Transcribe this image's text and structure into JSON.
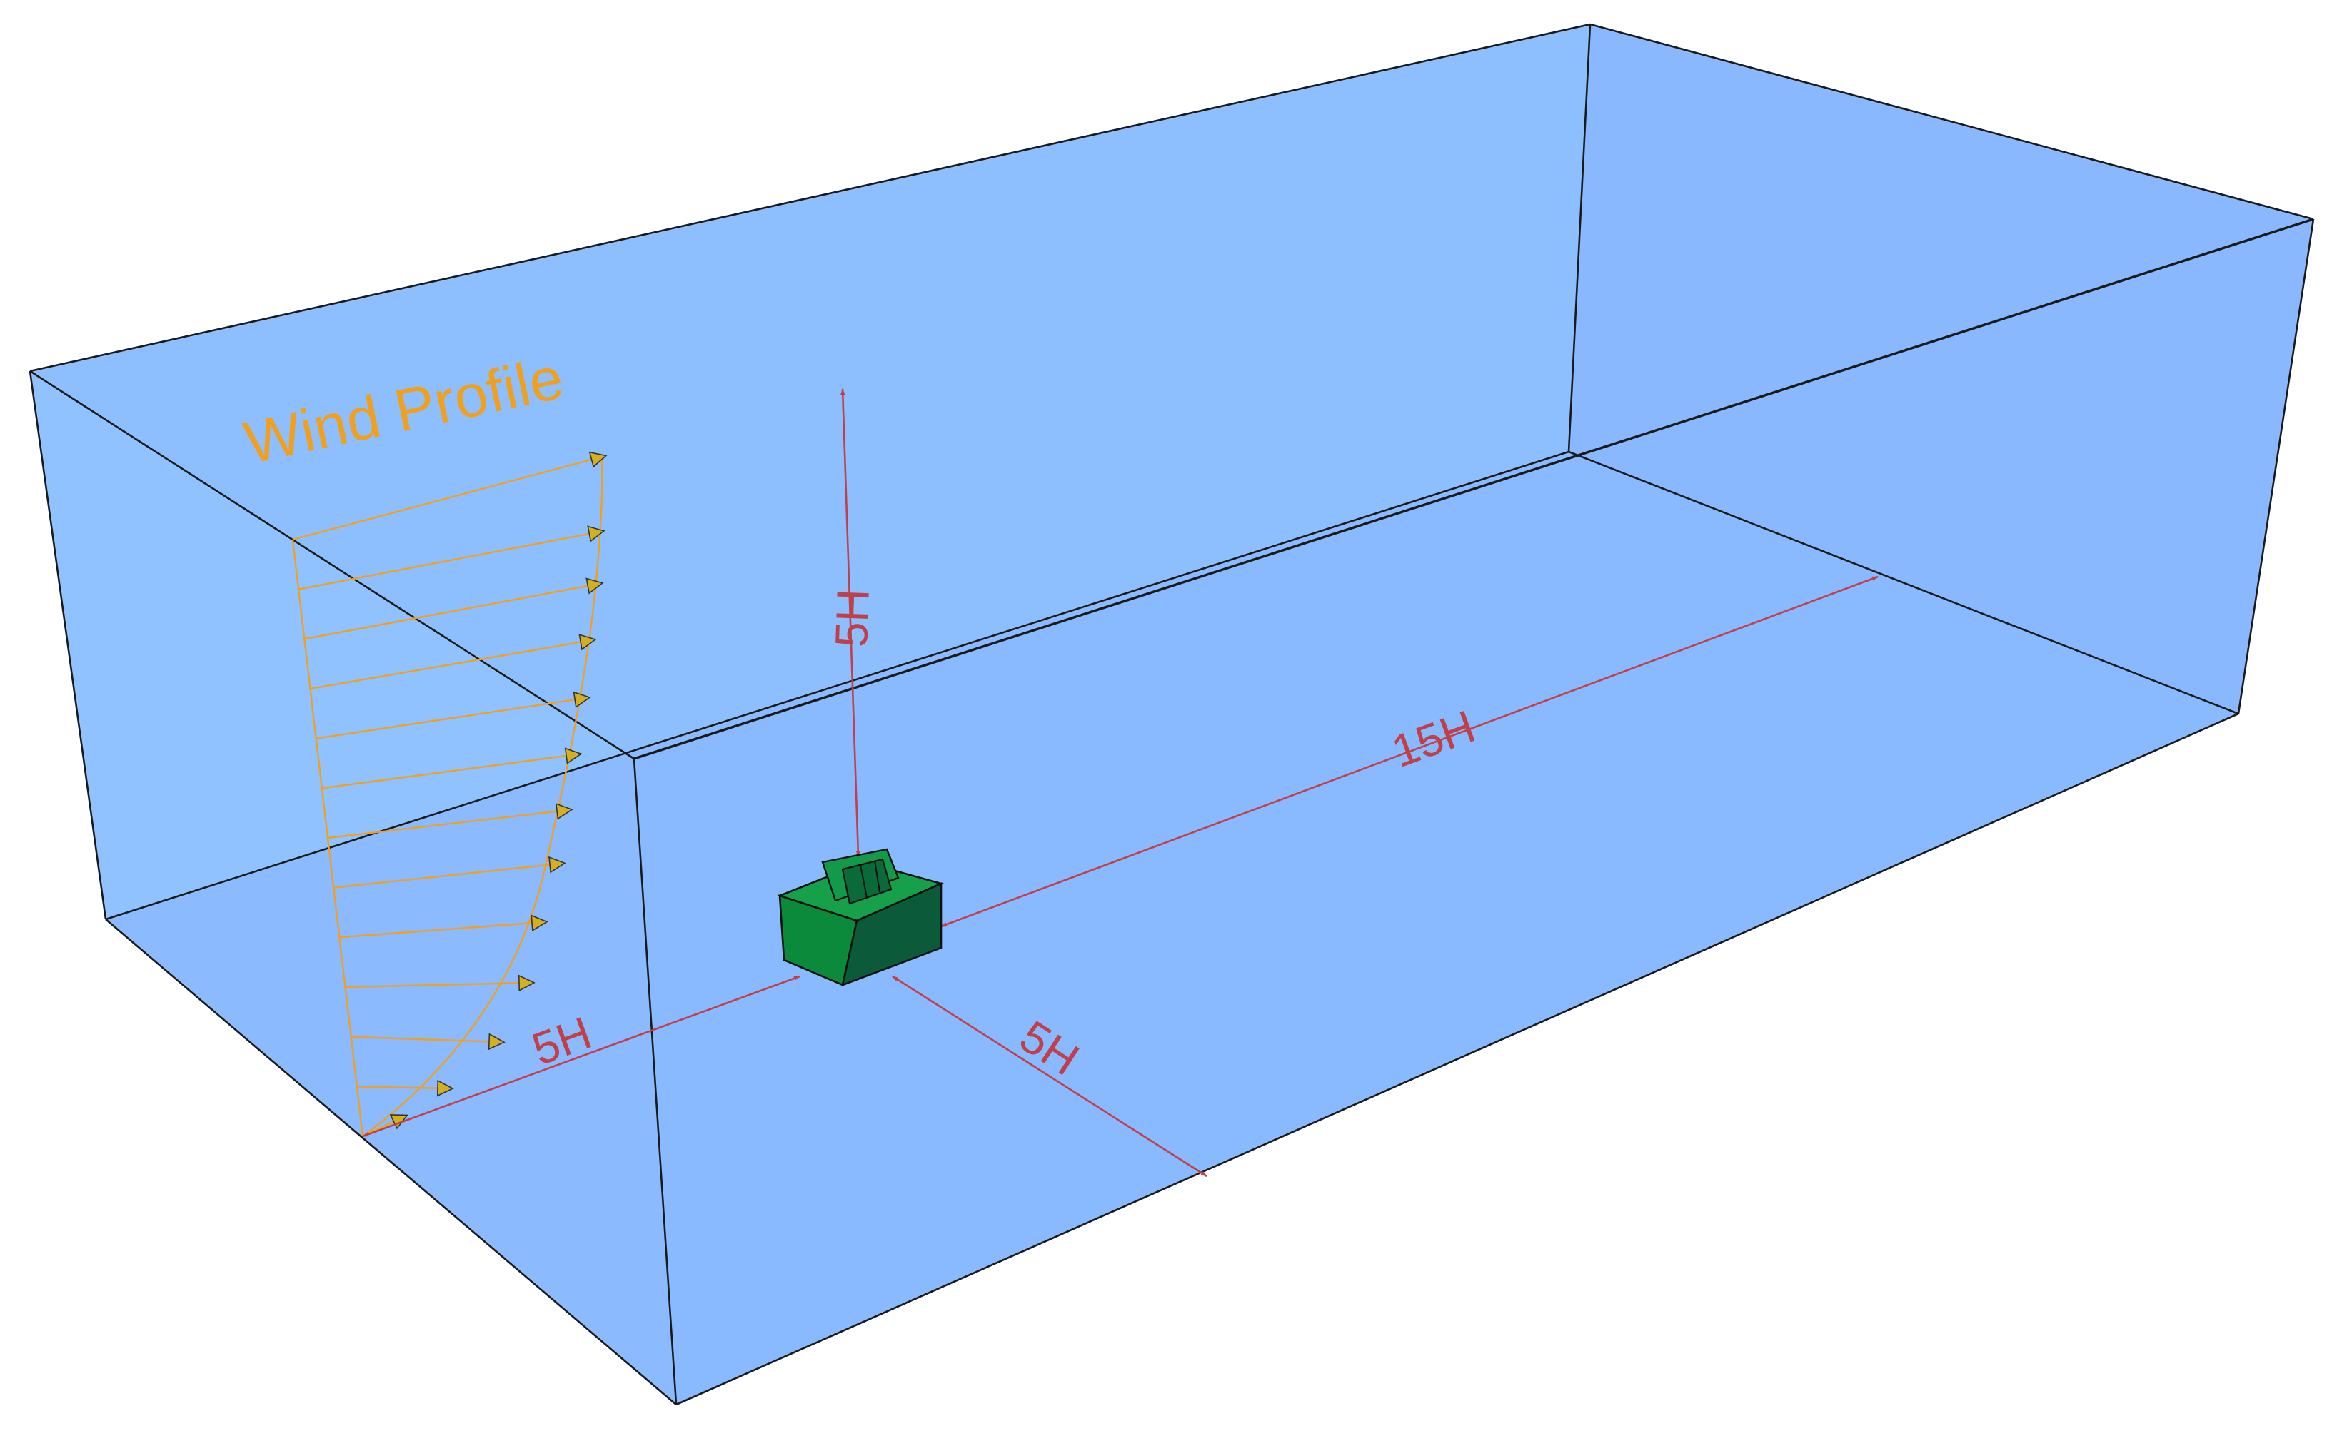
{
  "diagram": {
    "wind_label": "Wind Profile",
    "dimensions": {
      "upstream": "5H",
      "height": "5H",
      "lateral": "5H",
      "downstream": "15H"
    },
    "colors": {
      "domain_fill": "#8ec0ff",
      "edge": "#1a1a1a",
      "dimension": "#c0404a",
      "wind": "#f0a020",
      "arrow_head": "#d4b020",
      "building_front": "#0a8a3a",
      "building_side": "#0b5a3a",
      "building_top": "#17a04a"
    },
    "wind_profile_arrow_count": 13
  }
}
